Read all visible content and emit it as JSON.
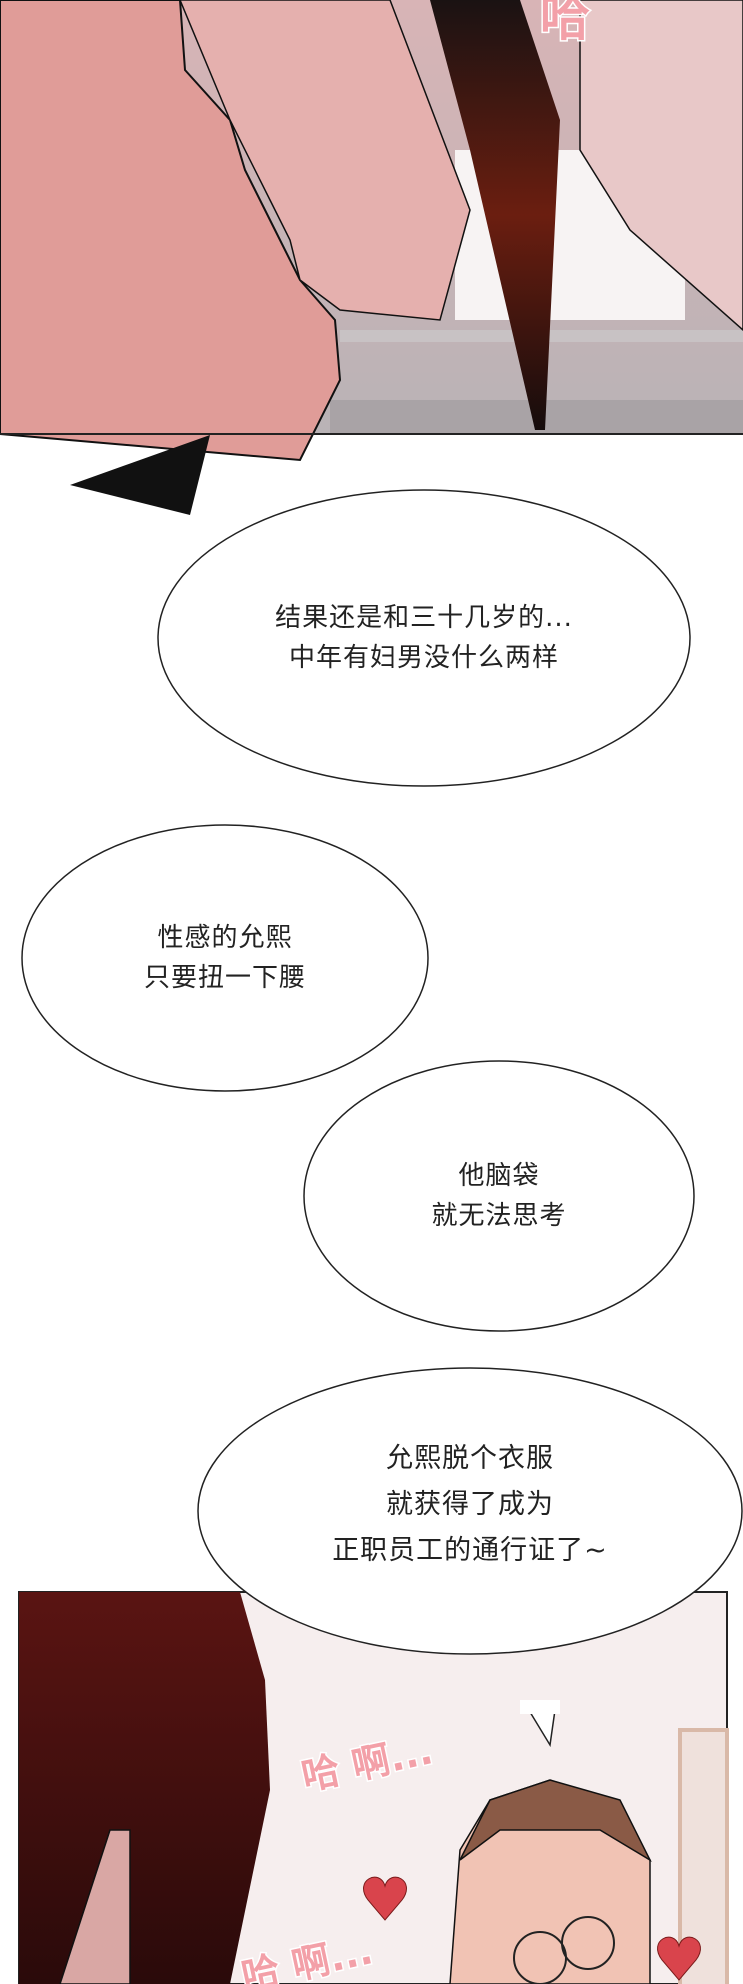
{
  "panels": {
    "top": {
      "sfx": "哈"
    },
    "bottom": {
      "sfx_1": "哈 啊...",
      "sfx_2": "哈 啊..."
    }
  },
  "bubbles": [
    {
      "lines": [
        "结果还是和三十几岁的...",
        "中年有妇男没什么两样"
      ]
    },
    {
      "lines": [
        "性感的允熙",
        "只要扭一下腰"
      ]
    },
    {
      "lines": [
        "他脑袋",
        "就无法思考"
      ]
    },
    {
      "lines": [
        "允熙脱个衣服",
        "就获得了成为",
        "正职员工的通行证了~"
      ]
    }
  ],
  "colors": {
    "skin": "#e7a3a0",
    "hair_dark": "#2a0c0a",
    "hair_red": "#5a1412",
    "sfx_pink": "#f08a93",
    "heart": "#d9444c"
  }
}
